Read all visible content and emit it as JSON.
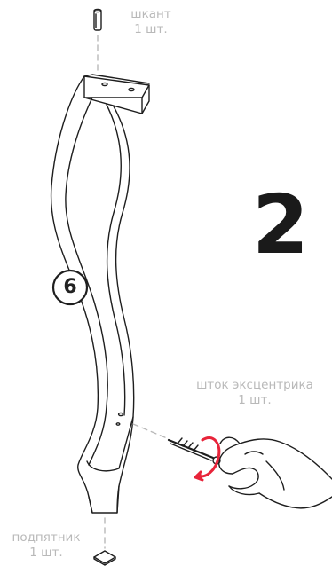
{
  "step_number": "2",
  "part_number": "6",
  "labels": {
    "dowel_name": "шкант",
    "dowel_qty": "1 шт.",
    "rod_name": "шток эксцентрика",
    "rod_qty": "1 шт.",
    "pad_name": "подпятник",
    "pad_qty": "1 шт."
  },
  "colors": {
    "line": "#1e1e1e",
    "label": "#b9b9b9",
    "arrow": "#e8243a"
  },
  "icons": [
    "dowel-icon",
    "chair-leg-illustration",
    "eccentric-rod-icon",
    "hand-illustration",
    "rotate-arrow-icon",
    "floor-pad-icon"
  ]
}
